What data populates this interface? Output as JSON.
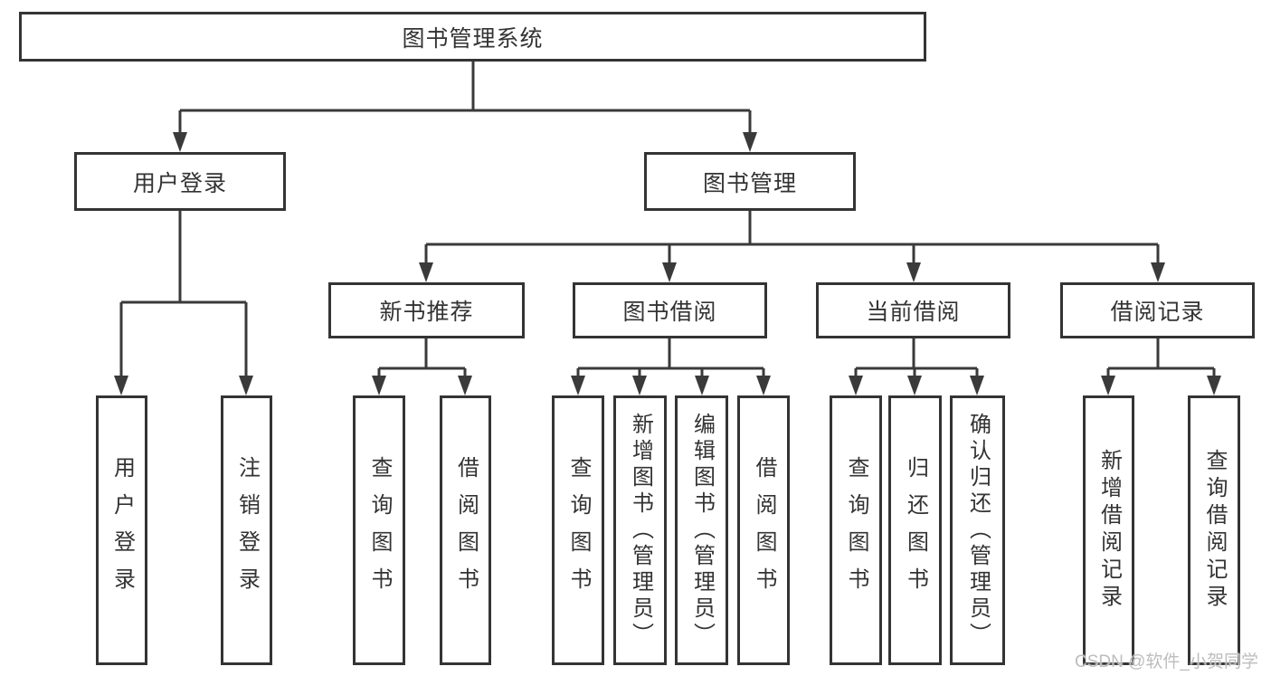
{
  "diagram": {
    "root": "图书管理系统",
    "level2": {
      "user_login": "用户登录",
      "book_management": "图书管理"
    },
    "level3": {
      "new_book_recommend": "新书推荐",
      "book_borrow": "图书借阅",
      "current_borrow": "当前借阅",
      "borrow_records": "借阅记录"
    },
    "leaves": {
      "user_login": "用户登录",
      "logout": "注销登录",
      "recommend_query_books": "查询图书",
      "recommend_borrow_books": "借阅图书",
      "borrow_query_books": "查询图书",
      "borrow_add_books": "新增图书（管理员）",
      "borrow_edit_books": "编辑图书（管理员）",
      "borrow_borrow_books": "借阅图书",
      "current_query_books": "查询图书",
      "current_return_books": "归还图书",
      "current_confirm_return": "确认归还（管理员）",
      "records_add": "新增借阅记录",
      "records_query": "查询借阅记录"
    }
  },
  "watermark": "CSDN @软件_小贺同学",
  "colors": {
    "line": "#3a3a3a",
    "text": "#333333",
    "watermark": "#bdbdbd",
    "background": "#ffffff"
  }
}
